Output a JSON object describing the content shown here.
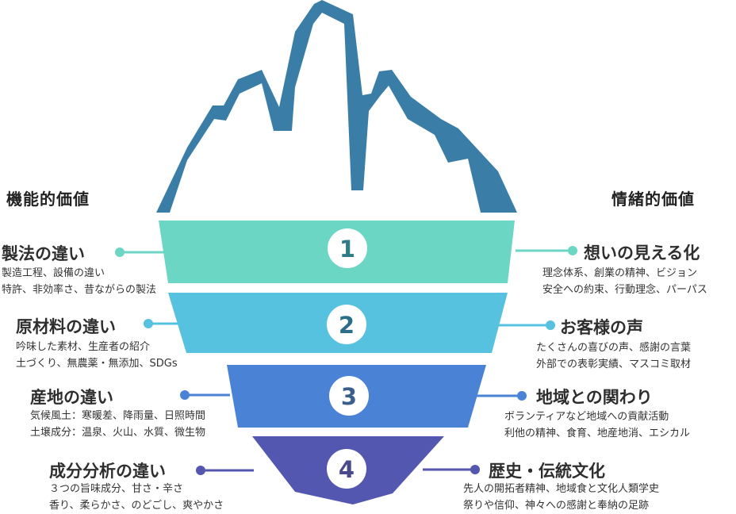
{
  "headers": {
    "left": "機能的価値",
    "right": "情緒的価値"
  },
  "levels": [
    {
      "number": "1",
      "color": "#6cd6c4",
      "left": {
        "title": "製法の違い",
        "lines": [
          "製造工程、設備の違い",
          "特許、非効率さ、昔ながらの製法"
        ]
      },
      "right": {
        "title": "想いの見える化",
        "lines": [
          "理念体系、創業の精神、ビジョン",
          "安全への約束、行動理念、パーパス"
        ]
      }
    },
    {
      "number": "2",
      "color": "#57c1e0",
      "left": {
        "title": "原材料の違い",
        "lines": [
          "吟味した素材、生産者の紹介",
          "土づくり、無農薬・無添加、SDGs"
        ]
      },
      "right": {
        "title": "お客様の声",
        "lines": [
          "たくさんの喜びの声、感謝の言葉",
          "外部での表彰実績、マスコミ取材"
        ]
      }
    },
    {
      "number": "3",
      "color": "#4a82d6",
      "left": {
        "title": "産地の違い",
        "lines": [
          "気候風土：寒暖差、降雨量、日照時間",
          "土壌成分：温泉、火山、水質、微生物"
        ]
      },
      "right": {
        "title": "地域との関わり",
        "lines": [
          "ボランティアなど地域への貢献活動",
          "利他の精神、食育、地産地消、エシカル"
        ]
      }
    },
    {
      "number": "4",
      "color": "#5457b0",
      "left": {
        "title": "成分分析の違い",
        "lines": [
          "３つの旨味成分、甘さ・辛さ",
          "香り、柔らかさ、のどごし、爽やかさ"
        ]
      },
      "right": {
        "title": "歴史・伝統文化",
        "lines": [
          "先人の開拓者精神、地域食と文化人類学史",
          "祭りや信仰、神々への感謝と奉納の足跡"
        ]
      }
    }
  ]
}
